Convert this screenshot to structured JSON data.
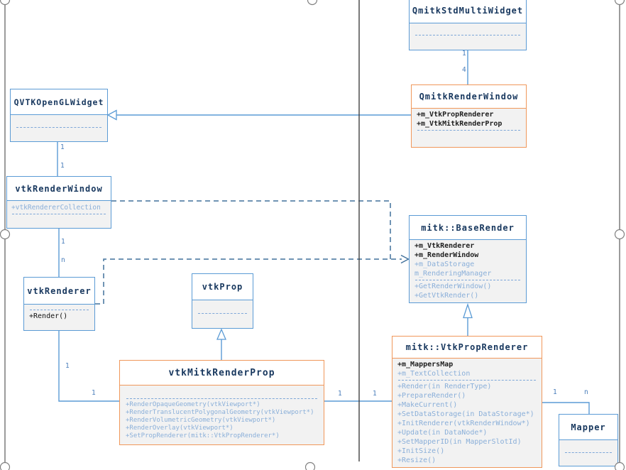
{
  "diagram": {
    "classes": {
      "qmitk_std_multi_widget": {
        "name": "QmitkStdMultiWidget"
      },
      "qmitk_render_window": {
        "name": "QmitkRenderWindow",
        "attributes": [
          "+m_VtkPropRenderer",
          "+m_VtkMitkRenderProp"
        ]
      },
      "qvtk_opengl_widget": {
        "name": "QVTKOpenGLWidget"
      },
      "vtk_render_window": {
        "name": "vtkRenderWindow",
        "attributes": [
          "+vtkRendererCollection"
        ]
      },
      "vtk_renderer": {
        "name": "vtkRenderer",
        "methods": [
          "+Render()"
        ]
      },
      "vtk_prop": {
        "name": "vtkProp"
      },
      "vtk_mitk_render_prop": {
        "name": "vtkMitkRenderProp",
        "methods": [
          "+RenderOpaqueGeometry(vtkViewport*)",
          "+RenderTranslucentPolygonalGeometry(vtkViewport*)",
          "+RenderVolumetricGeometry(vtkViewport*)",
          "+RenderOverlay(vtkViewport*)",
          "+SetPropRenderer(mitk::VtkPropRenderer*)"
        ]
      },
      "mitk_base_render": {
        "name": "mitk::BaseRender",
        "attributes": [
          "+m_VtkRenderer",
          "+m_RenderWindow",
          "+m_DataStorage",
          "m_RenderingManager"
        ],
        "methods": [
          "+GetRenderWindow()",
          "+GetVtkRender()"
        ]
      },
      "mitk_vtk_prop_renderer": {
        "name": "mitk::VtkPropRenderer",
        "attributes": [
          "+m_MappersMap",
          "+m_TextCollection"
        ],
        "methods": [
          "+Render(in RenderType)",
          "+PrepareRender()",
          "+MakeCurrent()",
          "+SetDataStorage(in DataStorage*)",
          "+InitRenderer(vtkRenderWindow*)",
          "+Update(in DataNode*)",
          "+SetMapperID(in MapperSlotId)",
          "+InitSize()",
          "+Resize()"
        ]
      },
      "mapper": {
        "name": "Mapper"
      }
    },
    "multiplicities": {
      "stdmultiwidget_renderwindow": {
        "near": "1",
        "far": "4"
      },
      "qvtkwidget_vtkrenderwindow": {
        "near": "1",
        "far": "1"
      },
      "vtkrenderwindow_vtkrenderer": {
        "near": "1",
        "far": "n"
      },
      "vtkrenderer_vtkmitkrenderprop": {
        "near": "1",
        "far": "1"
      },
      "vtkmitkrenderprop_vtkproprenderer": {
        "near": "1",
        "far": "1"
      },
      "vtkproprenderer_mapper": {
        "near": "1",
        "far": "n"
      }
    },
    "colors": {
      "class_border_blue": "#5b9bd5",
      "class_border_orange": "#f0975a",
      "title_text": "#17375e",
      "member_text_dark": "#1f1f1f",
      "member_text_light": "#8aafd9",
      "connector": "#5b9bd5",
      "dependency": "#41719c",
      "multiplicity_label": "#4a7ebb",
      "section_fill": "#f2f2f2",
      "frame_line": "#595959"
    }
  }
}
